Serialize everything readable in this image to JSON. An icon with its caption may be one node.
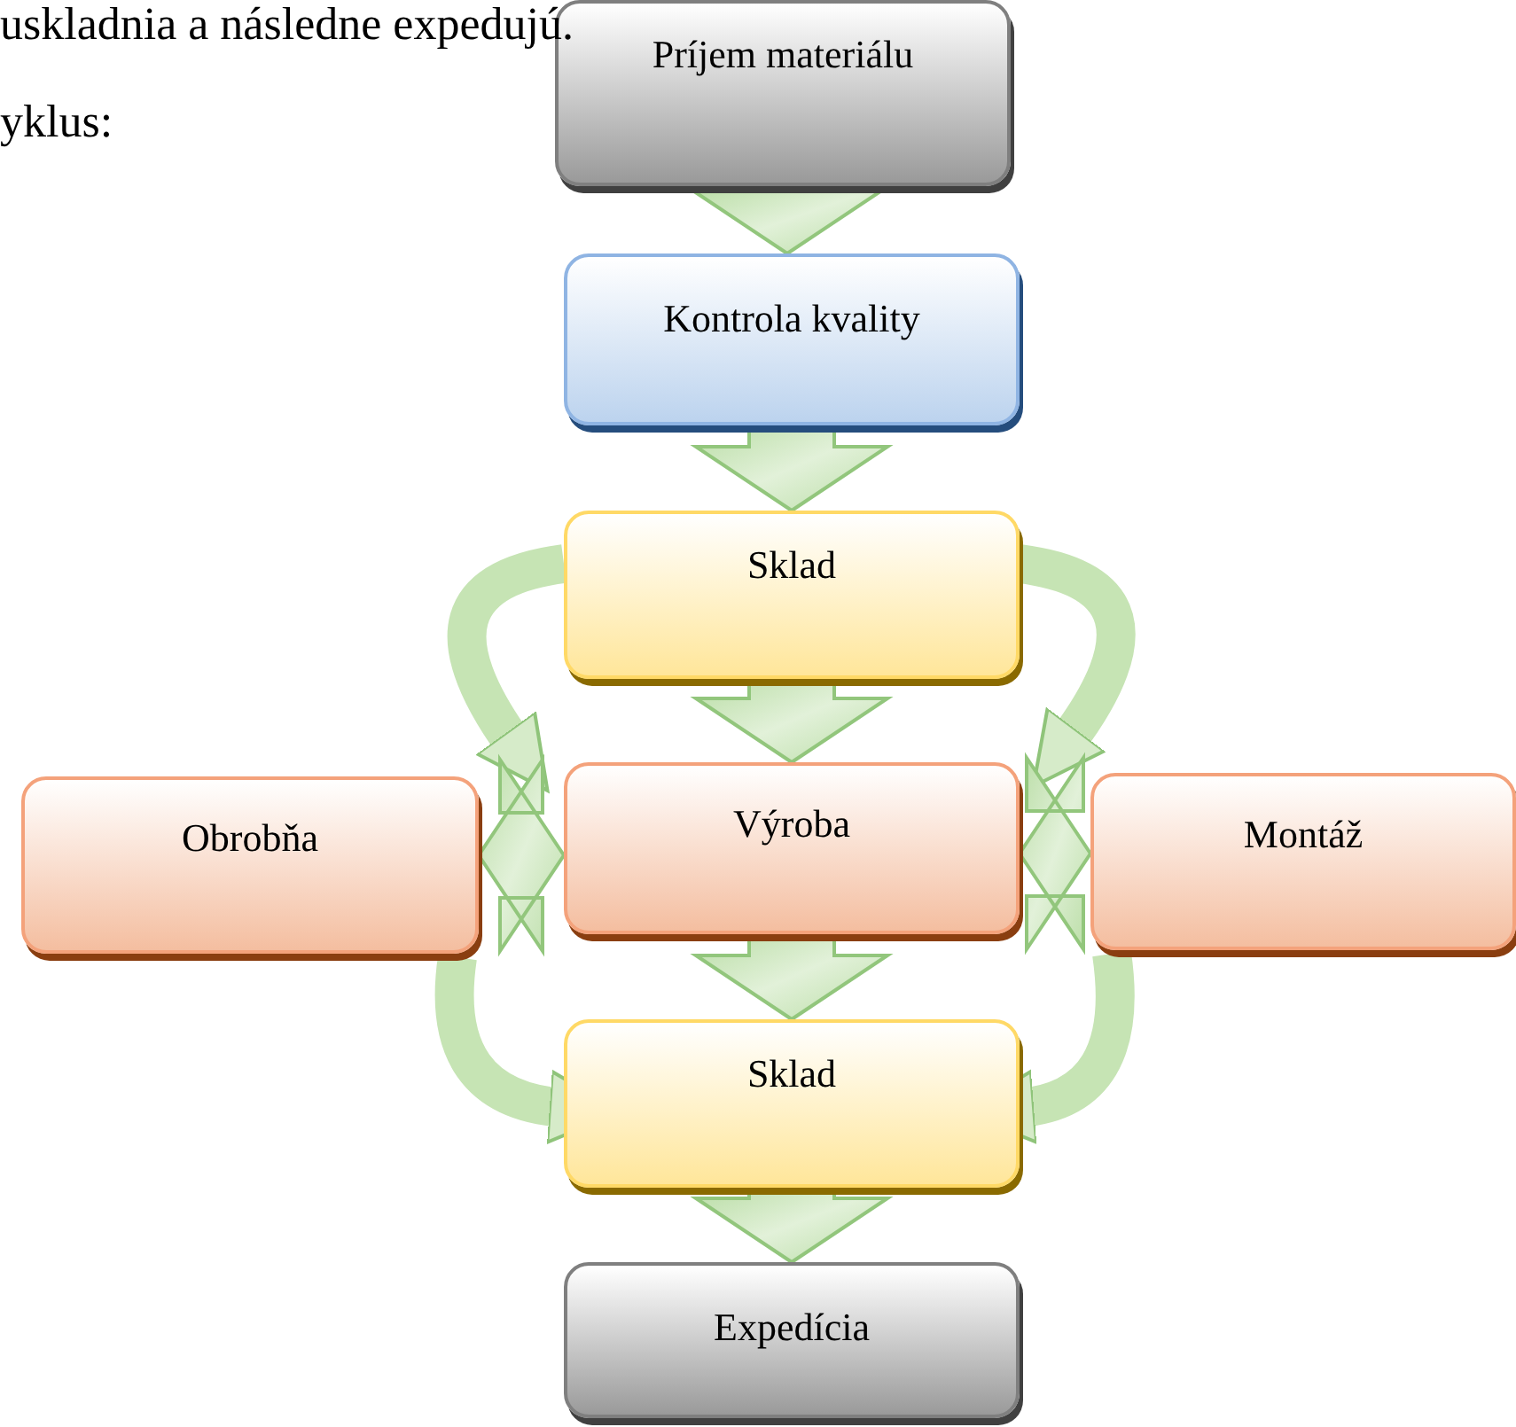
{
  "diagram": {
    "nodes": [
      {
        "text": [
          "Príjem materiálu"
        ]
      },
      {
        "text": [
          "Kontrola kvality"
        ]
      },
      {
        "text": [
          "Sklad"
        ]
      },
      {
        "text": [
          "Obrobňa"
        ]
      },
      {
        "text": [
          "Výroba"
        ]
      },
      {
        "text": [
          "Montáž"
        ]
      },
      {
        "text": [
          "Sklad"
        ]
      },
      {
        "text": [
          "Expedícia"
        ]
      }
    ],
    "edges": [
      {
        "from": 0,
        "to": 1,
        "arrow": "to"
      },
      {
        "from": 1,
        "to": 2,
        "arrow": "to"
      },
      {
        "from": 2,
        "to": 4,
        "arrow": "to"
      },
      {
        "from": 2,
        "to": 3,
        "arrow": "to"
      },
      {
        "from": 2,
        "to": 5,
        "arrow": "to"
      },
      {
        "from": 3,
        "to": 4,
        "arrow": "both"
      },
      {
        "from": 4,
        "to": 5,
        "arrow": "both"
      },
      {
        "from": 4,
        "to": 6,
        "arrow": "to"
      },
      {
        "from": 3,
        "to": 6,
        "arrow": "to"
      },
      {
        "from": 5,
        "to": 6,
        "arrow": "to"
      },
      {
        "from": 6,
        "to": 7,
        "arrow": "to"
      }
    ],
    "labels": [
      "uskladnia a následne expedujú.",
      "yklus:"
    ]
  }
}
